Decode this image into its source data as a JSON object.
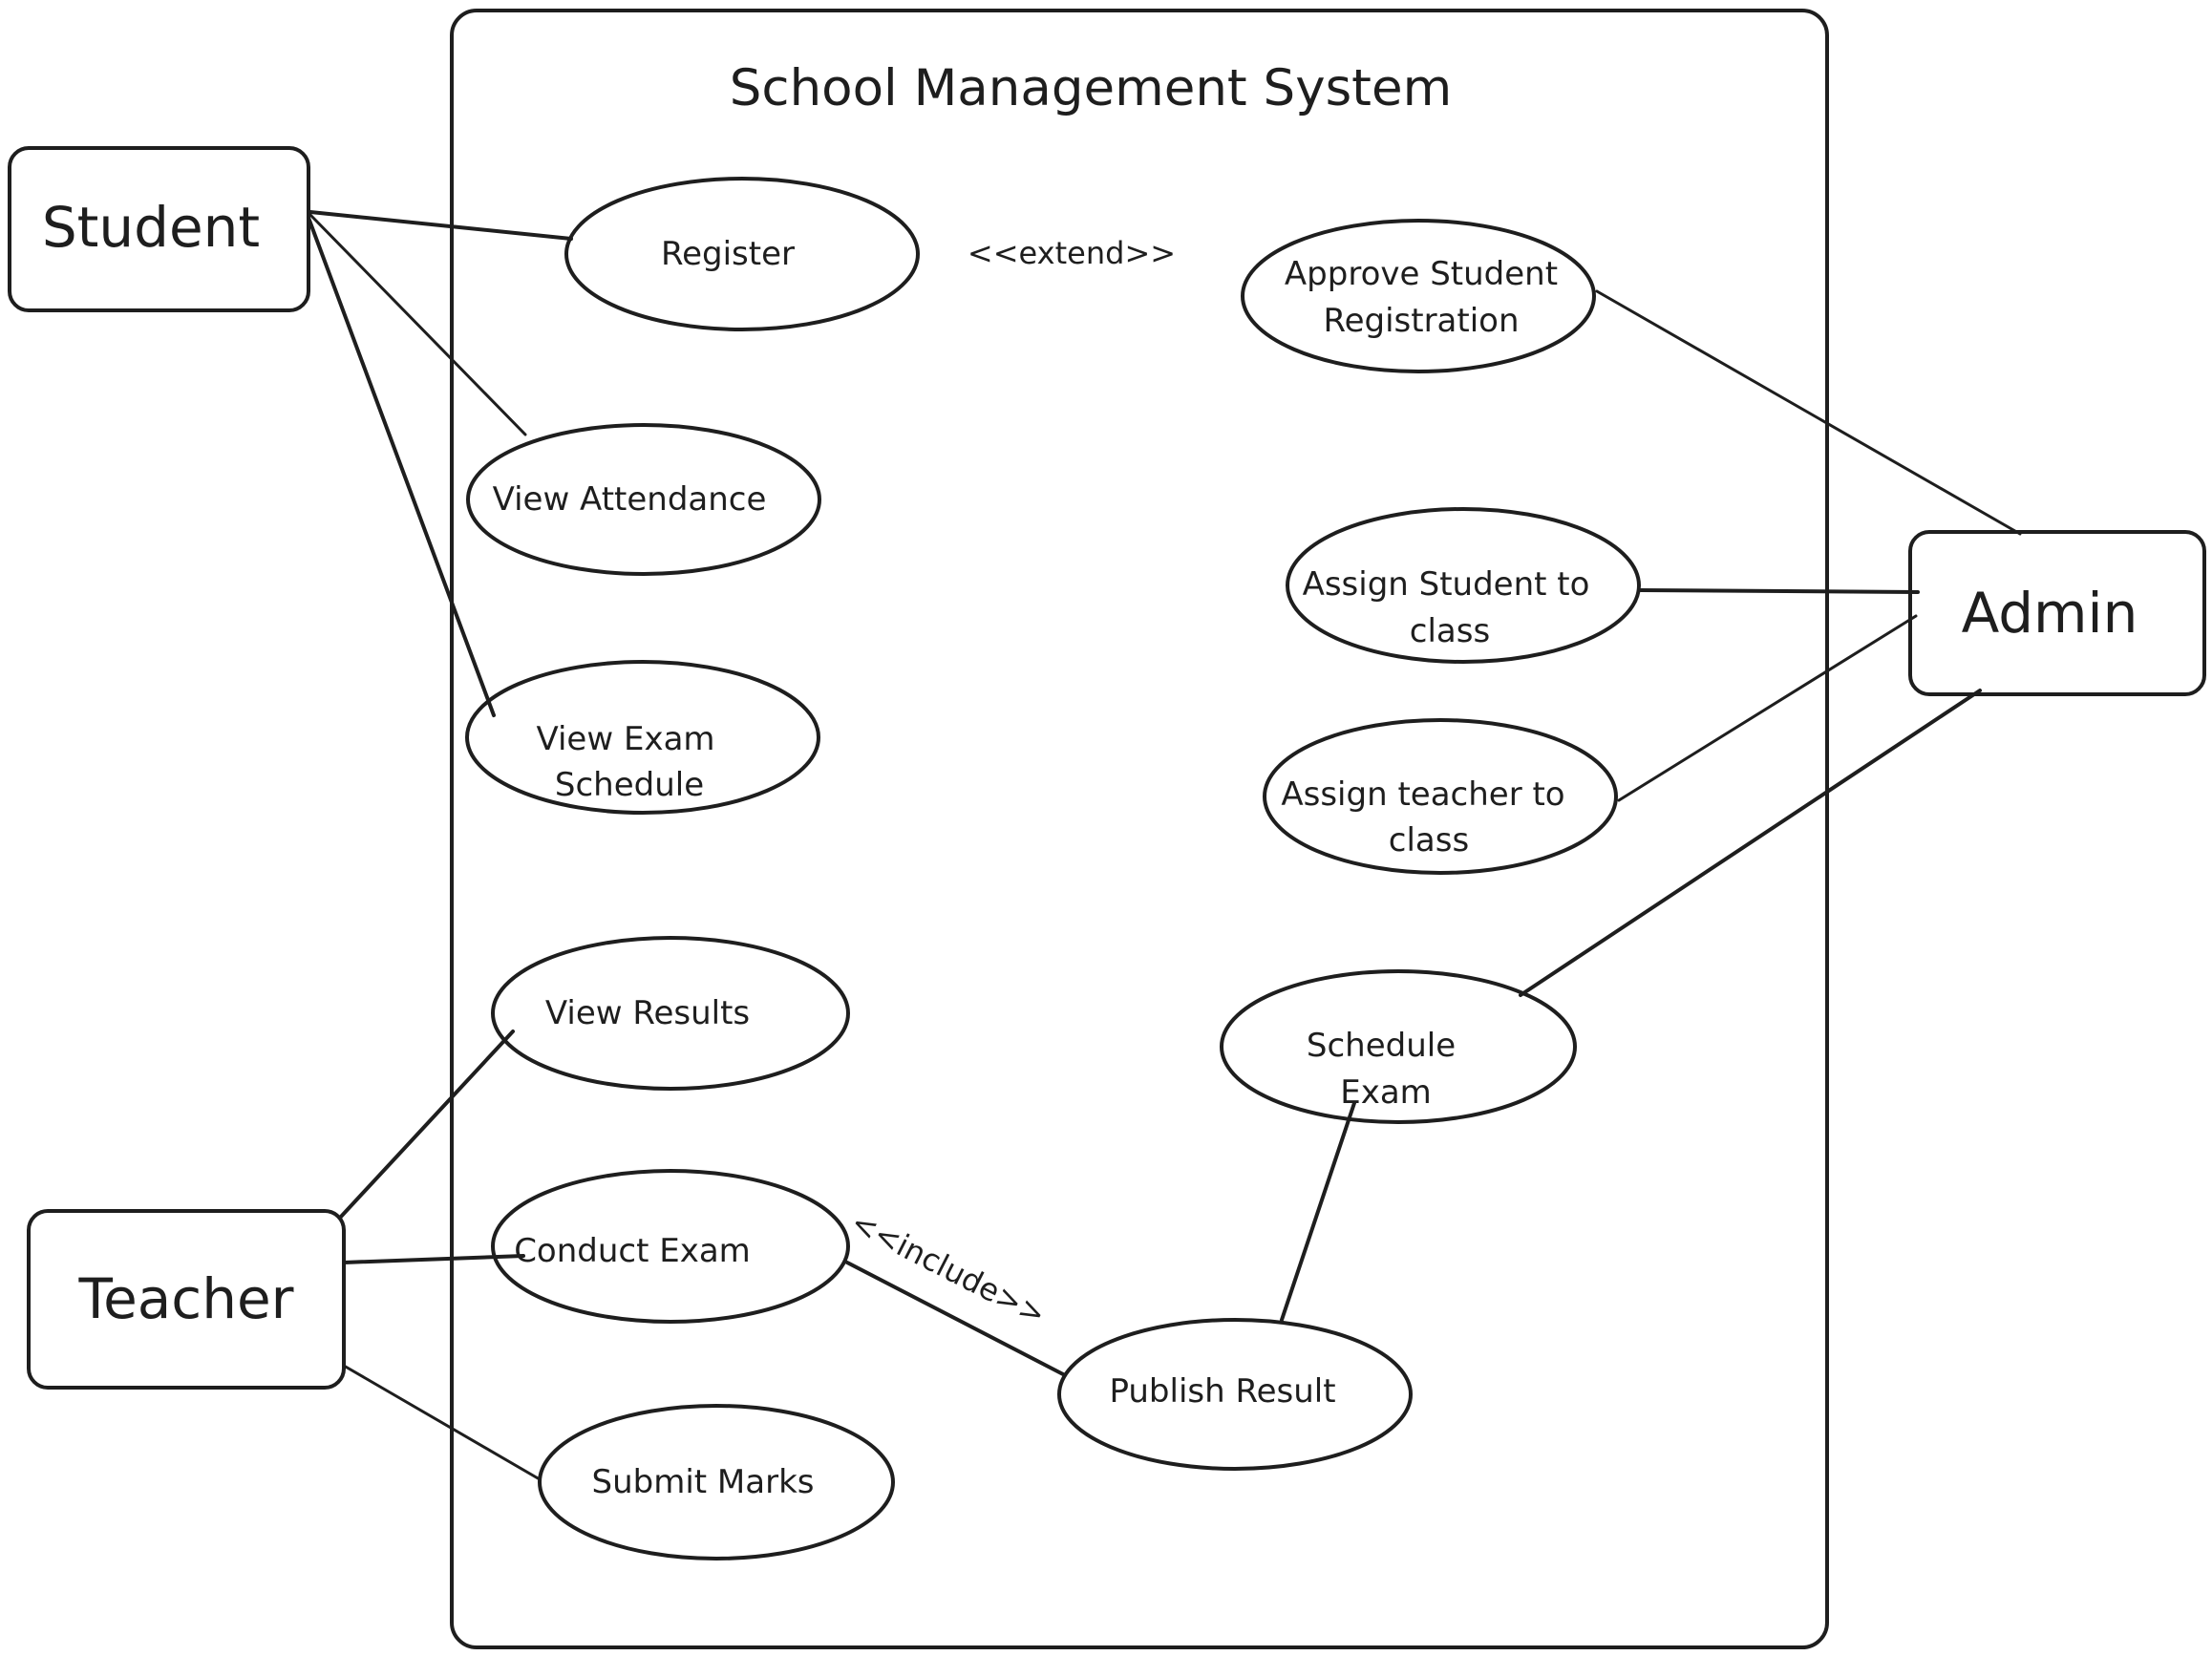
{
  "system": {
    "title": "School Management System"
  },
  "actors": {
    "student": "Student",
    "teacher": "Teacher",
    "admin": "Admin"
  },
  "use_cases": {
    "register": [
      "Register"
    ],
    "view_attendance": [
      "View Attendance"
    ],
    "view_exam_schedule": [
      "View Exam",
      "Schedule"
    ],
    "approve_registration": [
      "Approve Student",
      "Registration"
    ],
    "assign_student": [
      "Assign Student to",
      "class"
    ],
    "assign_teacher": [
      "Assign teacher to",
      "class"
    ],
    "view_results": [
      "View Results"
    ],
    "schedule_exam": [
      "Schedule",
      "Exam"
    ],
    "conduct_exam": [
      "Conduct Exam"
    ],
    "publish_result": [
      "Publish Result"
    ],
    "submit_marks": [
      "Submit Marks"
    ]
  },
  "stereotypes": {
    "extend": "<<extend>>",
    "include": "<<include>>"
  },
  "colors": {
    "stroke": "#1e1e1e",
    "background": "#ffffff"
  }
}
